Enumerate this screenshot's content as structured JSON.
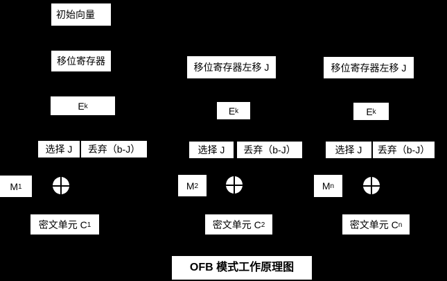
{
  "colors": {
    "background": "#000000",
    "box_fill": "#ffffff",
    "text": "#000000"
  },
  "diagram": {
    "title": "OFB 模式工作原理图",
    "initial_vector_label": "初始向量",
    "columns": [
      {
        "register_label": "移位寄存器",
        "cipher_label": "E",
        "cipher_sub": "k",
        "select_label": "选择 J",
        "discard_label": "丢弃（b-J）",
        "message_label": "M",
        "message_sub": "1",
        "xor_symbol": "xor-circle",
        "cipher_unit_label": "密文单元 C",
        "cipher_unit_sub": "1"
      },
      {
        "register_label": "移位寄存器左移 J",
        "cipher_label": "E",
        "cipher_sub": "k",
        "select_label": "选择 J",
        "discard_label": "丢弃（b-J）",
        "message_label": "M",
        "message_sub": "2",
        "xor_symbol": "xor-circle",
        "cipher_unit_label": "密文单元 C",
        "cipher_unit_sub": "2"
      },
      {
        "register_label": "移位寄存器左移 J",
        "cipher_label": "E",
        "cipher_sub": "k",
        "select_label": "选择 J",
        "discard_label": "丢弃（b-J）",
        "message_label": "M",
        "message_sub": "n",
        "xor_symbol": "xor-circle",
        "cipher_unit_label": "密文单元 C",
        "cipher_unit_sub": "n"
      }
    ]
  }
}
